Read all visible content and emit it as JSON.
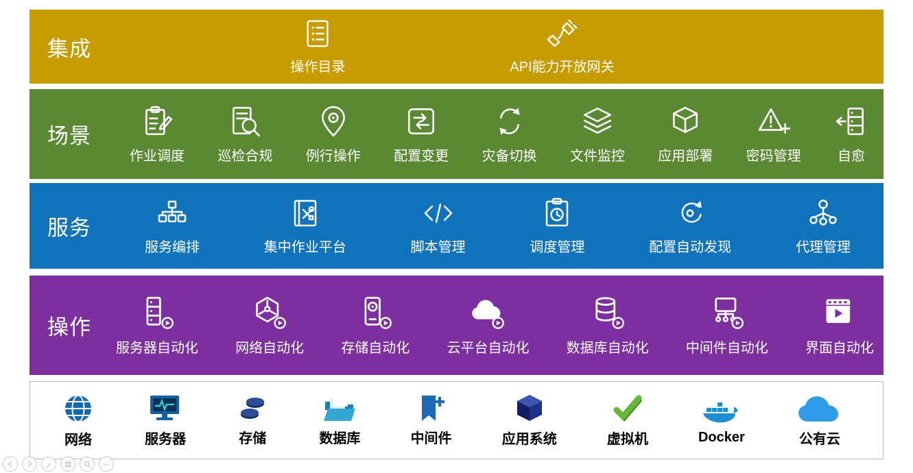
{
  "bands": {
    "integration": {
      "label": "集成",
      "color": "#C79C00",
      "items": [
        {
          "label": "操作目录",
          "icon": "operation-catalog-icon"
        },
        {
          "label": "API能力开放网关",
          "icon": "api-gateway-icon"
        }
      ]
    },
    "scenario": {
      "label": "场景",
      "color": "#5B8832",
      "items": [
        {
          "label": "作业调度",
          "icon": "job-scheduling-icon"
        },
        {
          "label": "巡检合规",
          "icon": "inspection-compliance-icon"
        },
        {
          "label": "例行操作",
          "icon": "routine-operation-icon"
        },
        {
          "label": "配置变更",
          "icon": "config-change-icon"
        },
        {
          "label": "灾备切换",
          "icon": "disaster-switch-icon"
        },
        {
          "label": "文件监控",
          "icon": "file-monitor-icon"
        },
        {
          "label": "应用部署",
          "icon": "app-deploy-icon"
        },
        {
          "label": "密码管理",
          "icon": "password-mgmt-icon"
        },
        {
          "label": "自愈",
          "icon": "self-healing-icon"
        }
      ]
    },
    "service": {
      "label": "服务",
      "color": "#1173BC",
      "items": [
        {
          "label": "服务编排",
          "icon": "service-orchestration-icon"
        },
        {
          "label": "集中作业平台",
          "icon": "central-job-platform-icon"
        },
        {
          "label": "脚本管理",
          "icon": "script-management-icon"
        },
        {
          "label": "调度管理",
          "icon": "schedule-management-icon"
        },
        {
          "label": "配置自动发现",
          "icon": "config-discovery-icon"
        },
        {
          "label": "代理管理",
          "icon": "agent-management-icon"
        }
      ]
    },
    "operation": {
      "label": "操作",
      "color": "#7D2F9F",
      "items": [
        {
          "label": "服务器自动化",
          "icon": "server-automation-icon"
        },
        {
          "label": "网络自动化",
          "icon": "network-automation-icon"
        },
        {
          "label": "存储自动化",
          "icon": "storage-automation-icon"
        },
        {
          "label": "云平台自动化",
          "icon": "cloud-automation-icon"
        },
        {
          "label": "数据库自动化",
          "icon": "database-automation-icon"
        },
        {
          "label": "中间件自动化",
          "icon": "middleware-automation-icon"
        },
        {
          "label": "界面自动化",
          "icon": "ui-automation-icon"
        }
      ]
    },
    "infrastructure": {
      "color": "#FFFFFF",
      "border_color": "#B5B9BE",
      "items": [
        {
          "label": "网络",
          "icon": "network-globe-icon"
        },
        {
          "label": "服务器",
          "icon": "server-icon"
        },
        {
          "label": "存储",
          "icon": "storage-disks-icon"
        },
        {
          "label": "数据库",
          "icon": "database-folder-icon"
        },
        {
          "label": "中间件",
          "icon": "middleware-flag-icon"
        },
        {
          "label": "应用系统",
          "icon": "app-system-cube-icon"
        },
        {
          "label": "虚拟机",
          "icon": "virtual-machine-check-icon"
        },
        {
          "label": "Docker",
          "icon": "docker-whale-icon"
        },
        {
          "label": "公有云",
          "icon": "public-cloud-icon"
        }
      ]
    }
  },
  "viewer_controls": {
    "buttons": [
      {
        "icon": "prev-arrow-icon"
      },
      {
        "icon": "next-arrow-icon"
      },
      {
        "icon": "pen-icon"
      },
      {
        "icon": "slides-grid-icon"
      },
      {
        "icon": "zoom-icon"
      },
      {
        "icon": "more-icon"
      }
    ]
  }
}
